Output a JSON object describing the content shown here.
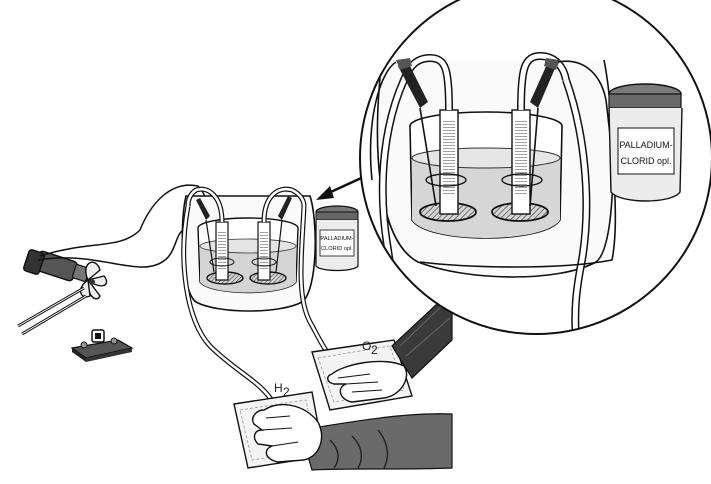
{
  "labels": {
    "jar_small_line1": "PALLADIUM-",
    "jar_small_line2": "CLORID opl.",
    "jar_large_line1": "PALLADIUM-",
    "jar_large_line2": "CLORID opl.",
    "gas_left": "H",
    "gas_left_sub": "2",
    "gas_right": "O",
    "gas_right_sub": "2"
  },
  "colors": {
    "line": "#111111",
    "fill_light": "#f2f2f2",
    "liquid": "#d9d9d9",
    "sleeve": "#6e6e6e",
    "sleeve_dark": "#2b2b2b",
    "electrode_hatch": "#7a7a7a"
  },
  "icons": {
    "motor": "propeller-motor-icon",
    "switch": "switch-block-icon",
    "arrow": "zoom-arrow-icon"
  }
}
